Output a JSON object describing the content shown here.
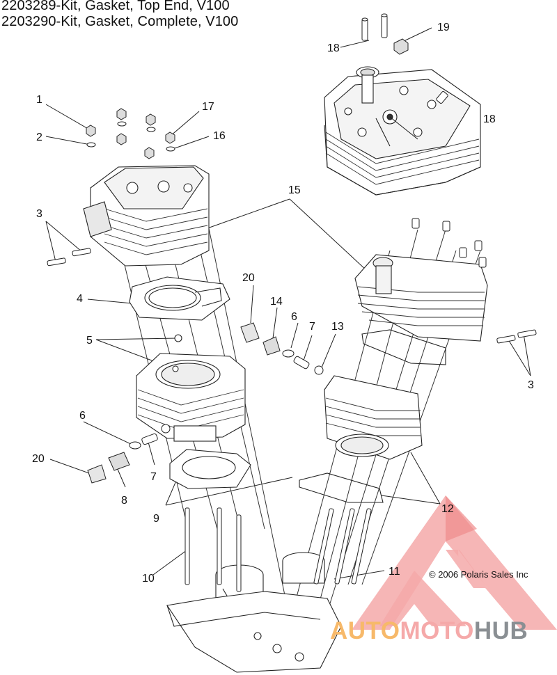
{
  "header": {
    "line1": "2203289-Kit, Gasket, Top End, V100",
    "line2": "2203290-Kit, Gasket, Complete, V100"
  },
  "callouts": [
    "1",
    "2",
    "3",
    "4",
    "5",
    "6",
    "7",
    "8",
    "9",
    "10",
    "11",
    "12",
    "13",
    "14",
    "15",
    "16",
    "17",
    "18",
    "19",
    "20"
  ],
  "copyright": "© 2006 Polaris Sales Inc",
  "watermark": {
    "part1": "AUTO",
    "part2": "MOTO",
    "part3": "HUB",
    "color_accent": "#f5a9a9",
    "color_orange": "#f7b96a",
    "color_dark": "#8a8f93"
  }
}
